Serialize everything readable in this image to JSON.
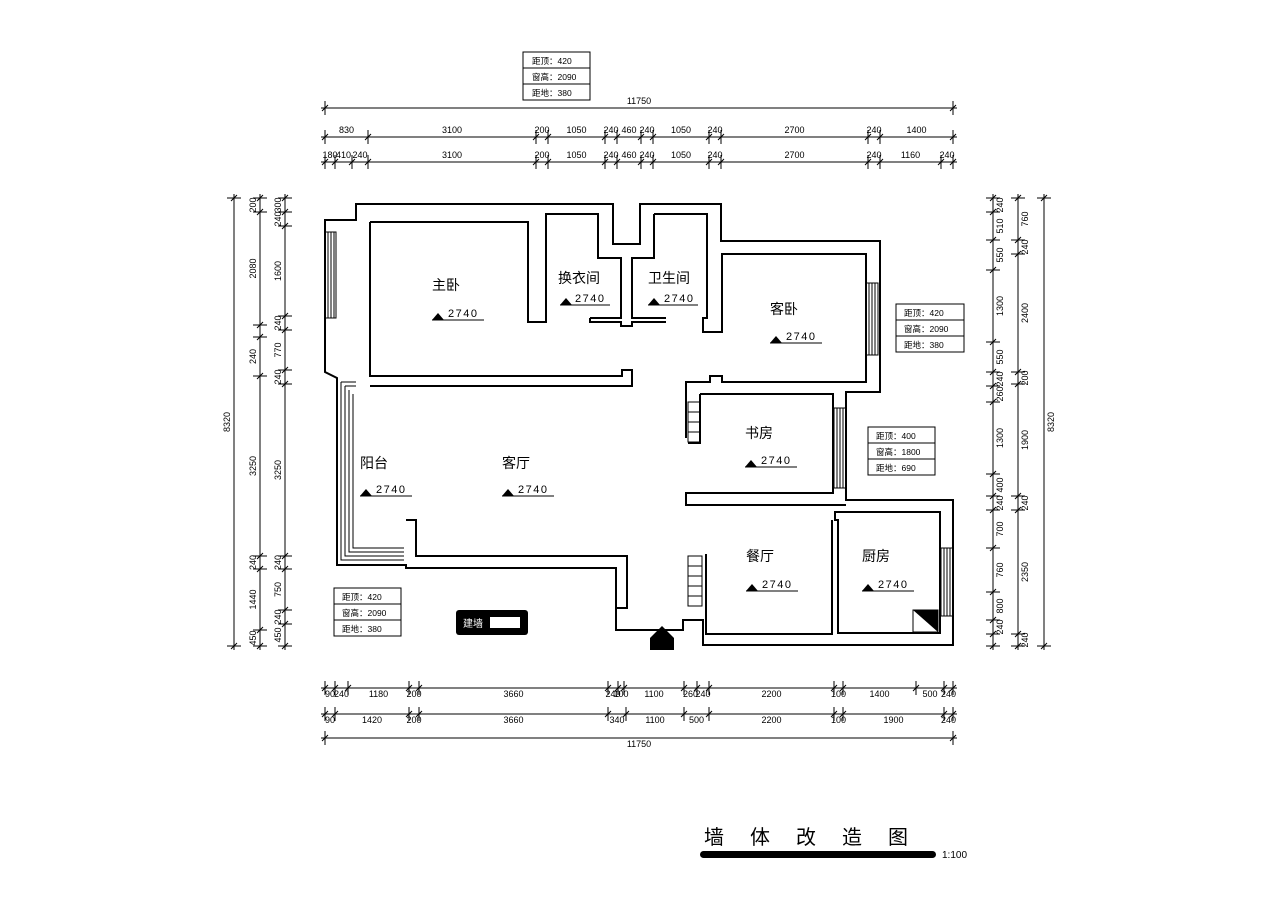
{
  "title": "墙体改造图",
  "scale": "1:100",
  "legend": {
    "new_wall": "建墙"
  },
  "rooms": [
    {
      "key": "master",
      "name": "主卧",
      "level": "2740"
    },
    {
      "key": "dressing",
      "name": "换衣间",
      "level": "2740"
    },
    {
      "key": "bath",
      "name": "卫生间",
      "level": "2740"
    },
    {
      "key": "guest",
      "name": "客卧",
      "level": "2740"
    },
    {
      "key": "study",
      "name": "书房",
      "level": "2740"
    },
    {
      "key": "balcony",
      "name": "阳台",
      "level": "2740"
    },
    {
      "key": "living",
      "name": "客厅",
      "level": "2740"
    },
    {
      "key": "dining",
      "name": "餐厅",
      "level": "2740"
    },
    {
      "key": "kitchen",
      "name": "厨房",
      "level": "2740"
    }
  ],
  "windows": [
    {
      "key": "top",
      "lines": [
        "距顶：420",
        "窗高：2090",
        "距地：380"
      ]
    },
    {
      "key": "guest",
      "lines": [
        "距顶：420",
        "窗高：2090",
        "距地：380"
      ]
    },
    {
      "key": "study",
      "lines": [
        "距顶：400",
        "窗高：1800",
        "距地：690"
      ]
    },
    {
      "key": "balcony",
      "lines": [
        "距顶：420",
        "窗高：2090",
        "距地：380"
      ]
    }
  ],
  "dims": {
    "top_total": "11750",
    "top_row1": [
      "830",
      "3100",
      "200",
      "1050",
      "240",
      "460",
      "240",
      "1050",
      "240",
      "2700",
      "240",
      "1400"
    ],
    "top_row2": [
      "180",
      "410",
      "240",
      "3100",
      "200",
      "1050",
      "240",
      "460",
      "240",
      "1050",
      "240",
      "2700",
      "240",
      "1160",
      "240"
    ],
    "bottom_row1": [
      "90",
      "240",
      "1180",
      "200",
      "3660",
      "240",
      "100",
      "1100",
      "260",
      "240",
      "2200",
      "100",
      "1400",
      "500",
      "240"
    ],
    "bottom_row2": [
      "90",
      "1420",
      "200",
      "3660",
      "340",
      "1100",
      "500",
      "2200",
      "100",
      "1900",
      "240"
    ],
    "bottom_total": "11750",
    "left_total": "8320",
    "left_row1": [
      "200",
      "2080",
      "240",
      "3250",
      "240",
      "1440",
      "450"
    ],
    "left_row2": [
      "300",
      "240",
      "1600",
      "240",
      "770",
      "240",
      "3250",
      "240",
      "750",
      "240"
    ],
    "left_extra": [
      "770",
      "240"
    ],
    "right_total": "8320",
    "right_row1": [
      "240",
      "510",
      "550",
      "1300",
      "550",
      "240",
      "260",
      "1300",
      "400",
      "240",
      "700",
      "760",
      "800",
      "240"
    ],
    "right_row2": [
      "760",
      "240",
      "2400",
      "200",
      "1900",
      "240",
      "2350",
      "240"
    ]
  }
}
